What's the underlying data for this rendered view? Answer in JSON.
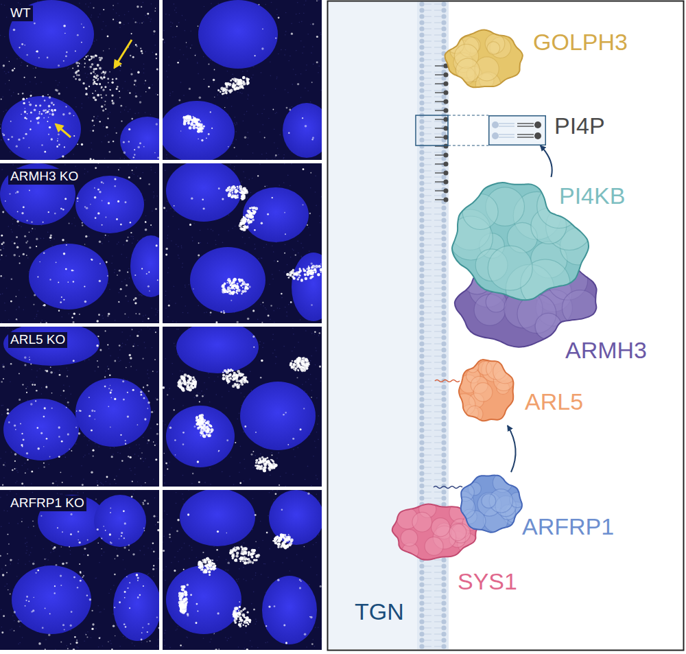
{
  "diagram": {
    "nodes": [
      {
        "text": [
          "WT"
        ]
      },
      {
        "text": [
          "ARMH3 KO"
        ]
      },
      {
        "text": [
          "ARL5 KO"
        ]
      },
      {
        "text": [
          "ARFRP1 KO"
        ]
      },
      {
        "text": [
          "GOLPH3"
        ]
      },
      {
        "text": [
          "PI4P"
        ]
      },
      {
        "text": [
          "PI4KB"
        ]
      },
      {
        "text": [
          "ARMH3"
        ]
      },
      {
        "text": [
          "ARL5"
        ]
      },
      {
        "text": [
          "ARFRP1"
        ]
      },
      {
        "text": [
          "SYS1"
        ]
      }
    ],
    "edges": [
      {
        "from": 9,
        "to": 8,
        "arrow": "to"
      },
      {
        "from": 6,
        "to": 5,
        "arrow": "to"
      }
    ],
    "labels": [
      "TGN"
    ]
  }
}
